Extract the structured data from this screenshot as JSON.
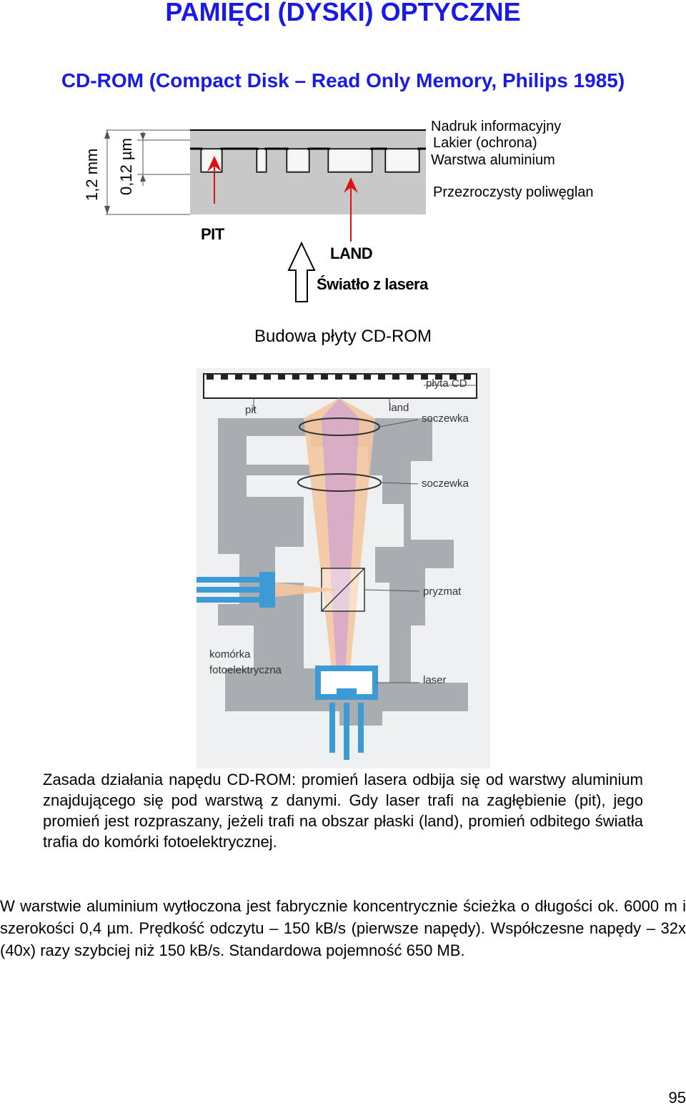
{
  "title": "PAMIĘCI (DYSKI) OPTYCZNE",
  "subtitle": "CD-ROM (Compact Disk – Read Only Memory, Philips 1985)",
  "structure_diagram": {
    "dim_total": "1,2 mm",
    "dim_layer": "0,12 µm",
    "layers": {
      "print": "Nadruk informacyjny",
      "lacquer": "Lakier (ochrona)",
      "aluminium": "Warstwa aluminium",
      "polycarbonate": "Przezroczysty poliwęglan"
    },
    "pit_label": "PIT",
    "land_label": "LAND",
    "laser_label": "Światło z lasera",
    "caption": "Budowa płyty CD-ROM"
  },
  "drive_illustration": {
    "labels": {
      "disc": "płyta CD",
      "pit": "pit",
      "land": "land",
      "lens1": "soczewka",
      "lens2": "soczewka",
      "prism": "pryzmat",
      "cell_line1": "komórka",
      "cell_line2": "fotoelektryczna",
      "laser": "laser"
    }
  },
  "paragraph1": "Zasada działania napędu CD-ROM: promień lasera odbija się od warstwy aluminium znajdującego się pod warstwą z danymi. Gdy laser trafi na zagłębienie (pit), jego promień jest rozpraszany, jeżeli trafi na obszar płaski (land), promień odbitego światła trafia do komórki fotoelektrycznej.",
  "paragraph2": "W warstwie aluminium wytłoczona jest fabrycznie koncentrycznie ścieżka o długości ok. 6000 m i szerokości 0,4 µm. Prędkość odczytu – 150 kB/s (pierwsze napędy). Współczesne napędy – 32x (40x) razy szybciej niż 150 kB/s. Standardowa pojemność 650 MB.",
  "page_number": "95",
  "colors": {
    "heading": "#1a1ae6",
    "arrow": "#e01010",
    "disc_gray": "#c8c8c8",
    "illus_gray": "#a9adb1",
    "illus_blue": "#3c9bd4"
  }
}
